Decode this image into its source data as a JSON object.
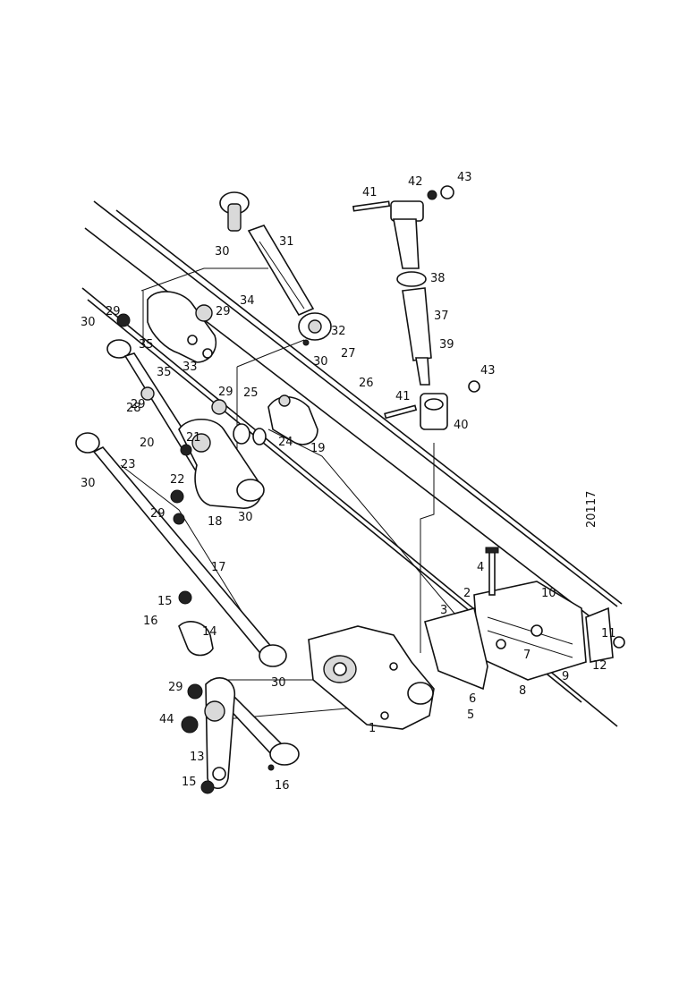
{
  "document_number": "20117",
  "part_callouts": [
    {
      "key": "p1",
      "label": "1"
    },
    {
      "key": "p2",
      "label": "2"
    },
    {
      "key": "p3",
      "label": "3"
    },
    {
      "key": "p4",
      "label": "4"
    },
    {
      "key": "p5",
      "label": "5"
    },
    {
      "key": "p6",
      "label": "6"
    },
    {
      "key": "p7",
      "label": "7"
    },
    {
      "key": "p8",
      "label": "8"
    },
    {
      "key": "p9",
      "label": "9"
    },
    {
      "key": "p10",
      "label": "10"
    },
    {
      "key": "p11",
      "label": "11"
    },
    {
      "key": "p12",
      "label": "12"
    },
    {
      "key": "p13",
      "label": "13"
    },
    {
      "key": "p14",
      "label": "14"
    },
    {
      "key": "p15a",
      "label": "15"
    },
    {
      "key": "p15b",
      "label": "15"
    },
    {
      "key": "p16a",
      "label": "16"
    },
    {
      "key": "p16b",
      "label": "16"
    },
    {
      "key": "p17",
      "label": "17"
    },
    {
      "key": "p18",
      "label": "18"
    },
    {
      "key": "p19",
      "label": "19"
    },
    {
      "key": "p20",
      "label": "20"
    },
    {
      "key": "p21",
      "label": "21"
    },
    {
      "key": "p22",
      "label": "22"
    },
    {
      "key": "p23",
      "label": "23"
    },
    {
      "key": "p24",
      "label": "24"
    },
    {
      "key": "p25",
      "label": "25"
    },
    {
      "key": "p26",
      "label": "26"
    },
    {
      "key": "p27",
      "label": "27"
    },
    {
      "key": "p28",
      "label": "28"
    },
    {
      "key": "p29a",
      "label": "29"
    },
    {
      "key": "p29b",
      "label": "29"
    },
    {
      "key": "p29c",
      "label": "29"
    },
    {
      "key": "p29d",
      "label": "29"
    },
    {
      "key": "p29e",
      "label": "29"
    },
    {
      "key": "p29f",
      "label": "29"
    },
    {
      "key": "p30a",
      "label": "30"
    },
    {
      "key": "p30b",
      "label": "30"
    },
    {
      "key": "p30c",
      "label": "30"
    },
    {
      "key": "p30d",
      "label": "30"
    },
    {
      "key": "p30e",
      "label": "30"
    },
    {
      "key": "p30f",
      "label": "30"
    },
    {
      "key": "p31",
      "label": "31"
    },
    {
      "key": "p32",
      "label": "32"
    },
    {
      "key": "p33",
      "label": "33"
    },
    {
      "key": "p34",
      "label": "34"
    },
    {
      "key": "p35a",
      "label": "35"
    },
    {
      "key": "p35b",
      "label": "35"
    },
    {
      "key": "p37",
      "label": "37"
    },
    {
      "key": "p38",
      "label": "38"
    },
    {
      "key": "p39",
      "label": "39"
    },
    {
      "key": "p40",
      "label": "40"
    },
    {
      "key": "p41a",
      "label": "41"
    },
    {
      "key": "p41b",
      "label": "41"
    },
    {
      "key": "p42",
      "label": "42"
    },
    {
      "key": "p43a",
      "label": "43"
    },
    {
      "key": "p43b",
      "label": "43"
    },
    {
      "key": "p44",
      "label": "44"
    }
  ]
}
